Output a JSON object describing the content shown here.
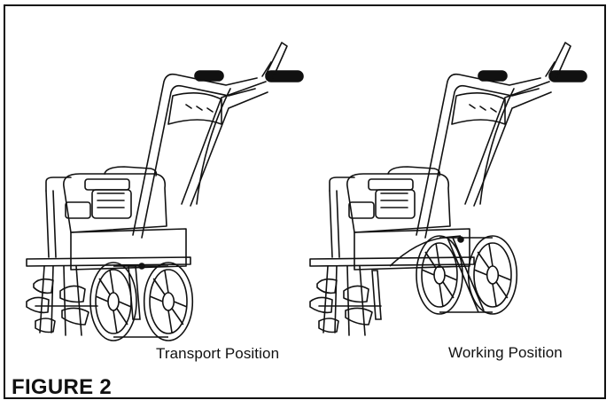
{
  "figure": {
    "label": "FIGURE 2",
    "panels": [
      {
        "caption": "Transport Position",
        "illustration": "tiller-transport-position"
      },
      {
        "caption": "Working Position",
        "illustration": "tiller-working-position"
      }
    ]
  }
}
